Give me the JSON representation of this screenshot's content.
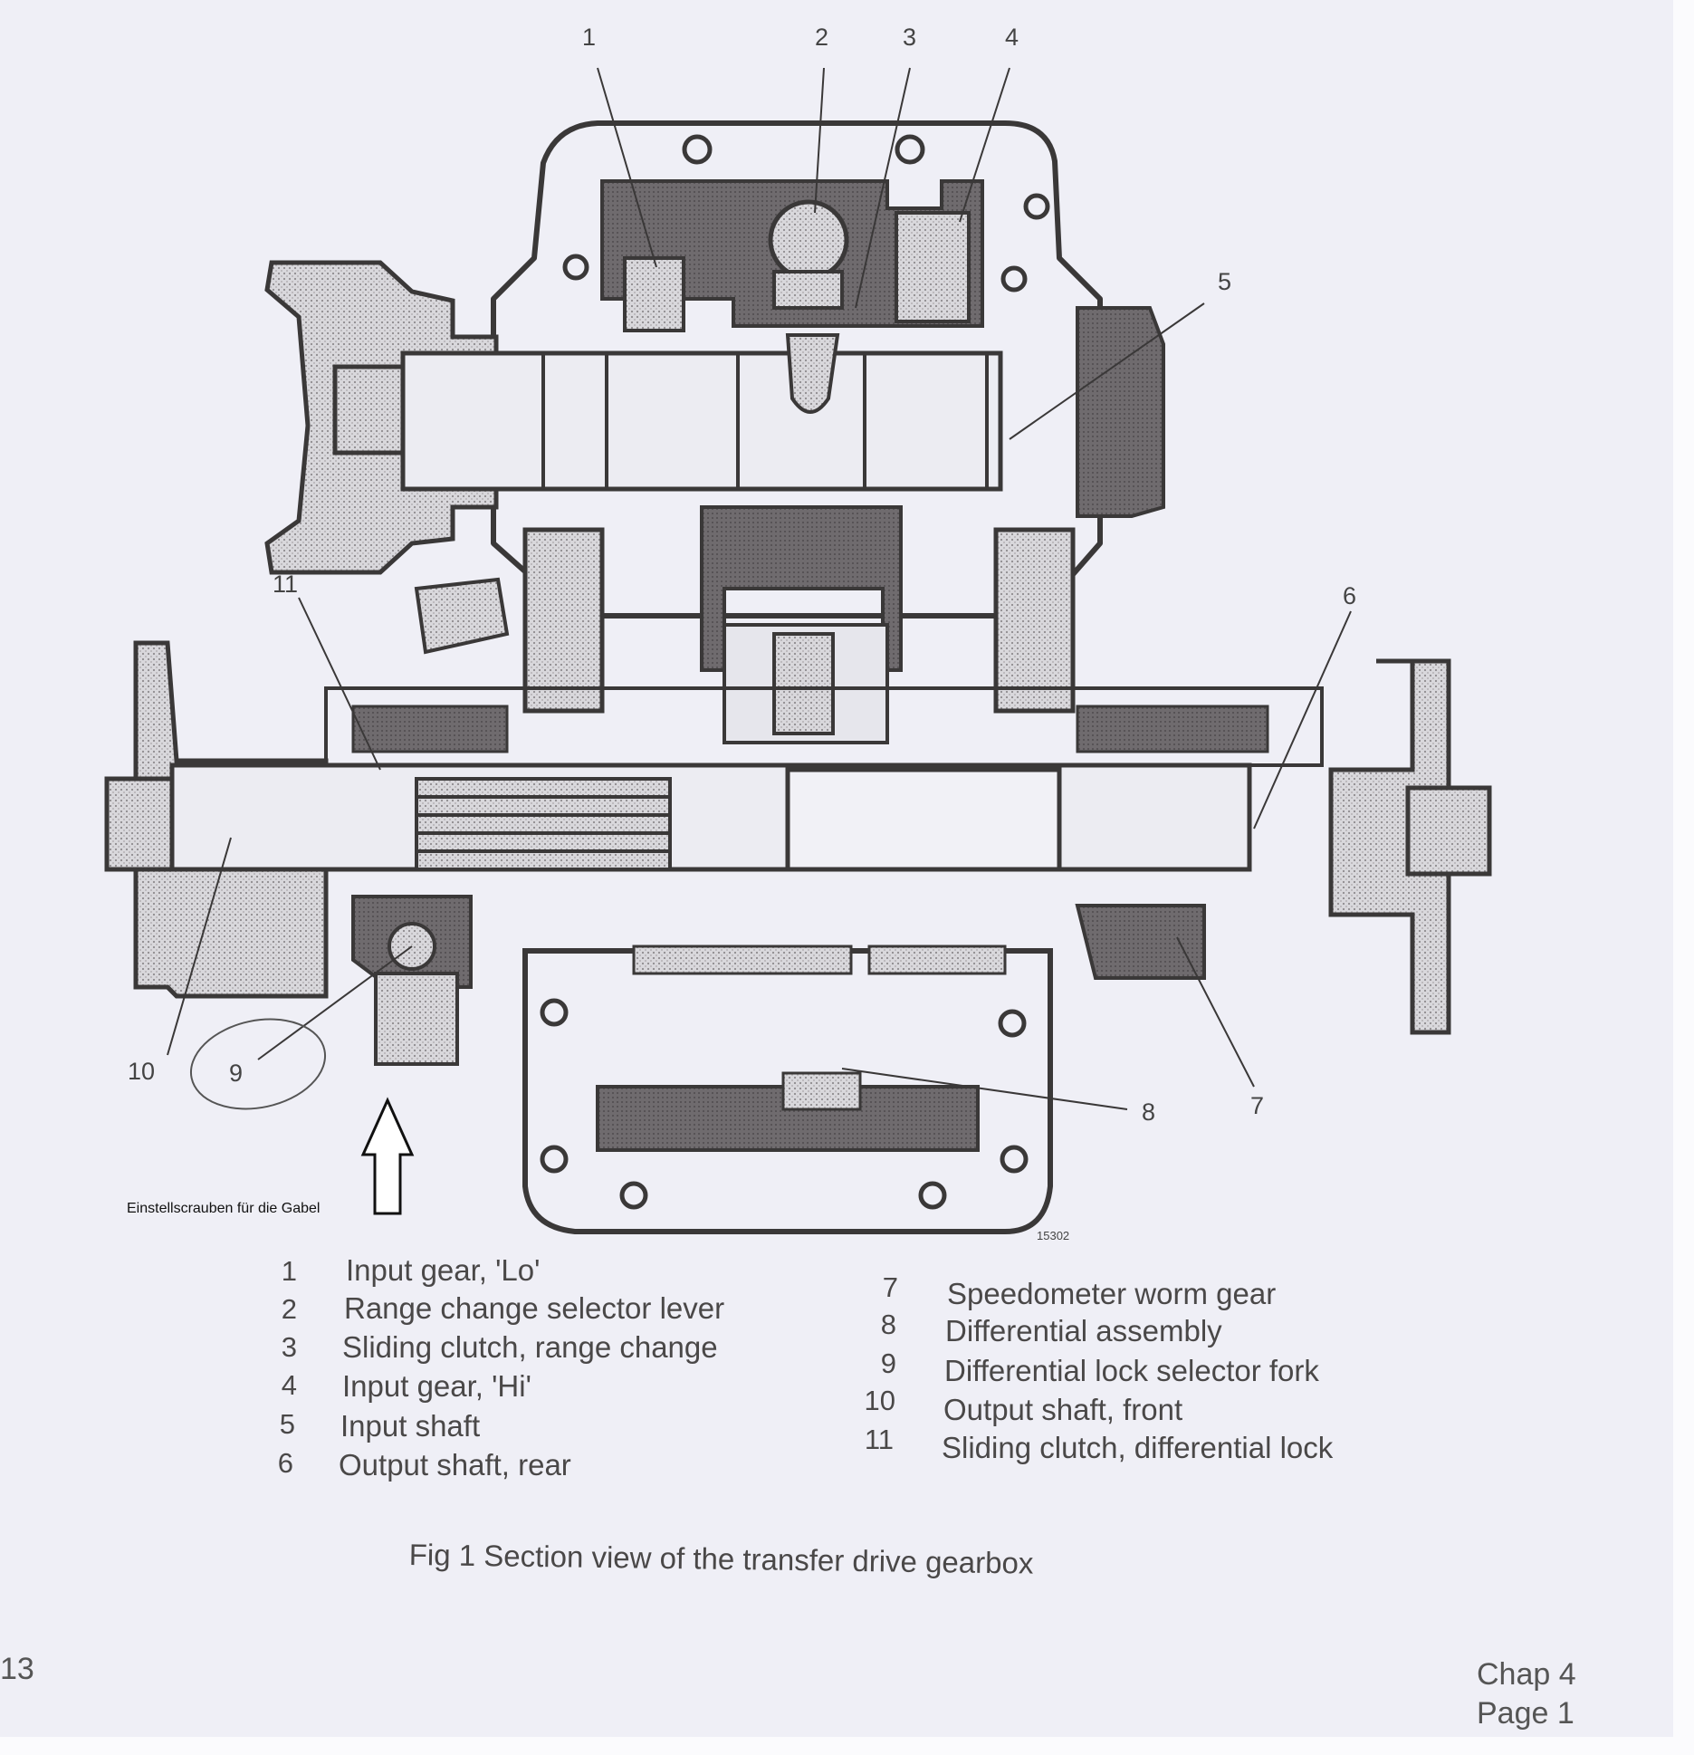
{
  "callouts": [
    "1",
    "2",
    "3",
    "4",
    "5",
    "6",
    "7",
    "8",
    "9",
    "10",
    "11"
  ],
  "stamp": "15302",
  "legend": [
    {
      "num": "1",
      "text": "Input gear, 'Lo'"
    },
    {
      "num": "2",
      "text": "Range change selector lever"
    },
    {
      "num": "3",
      "text": "Sliding clutch, range change"
    },
    {
      "num": "4",
      "text": "Input gear, 'Hi'"
    },
    {
      "num": "5",
      "text": "Input shaft"
    },
    {
      "num": "6",
      "text": "Output shaft, rear"
    },
    {
      "num": "7",
      "text": "Speedometer worm gear"
    },
    {
      "num": "8",
      "text": "Differential assembly"
    },
    {
      "num": "9",
      "text": "Differential lock selector fork"
    },
    {
      "num": "10",
      "text": "Output shaft, front"
    },
    {
      "num": "11",
      "text": "Sliding clutch, differential lock"
    }
  ],
  "caption": "Fig 1  Section view of the transfer drive gearbox",
  "annotation": "Einstellscrauben für die Gabel",
  "footer": {
    "left": "13",
    "chap": "Chap 4",
    "page": "Page 1"
  },
  "colors": {
    "paper": "#efeff6",
    "ink": "#3a3838",
    "shade_dark": "#6d6a6c",
    "shade_light": "#c9c8cc"
  }
}
